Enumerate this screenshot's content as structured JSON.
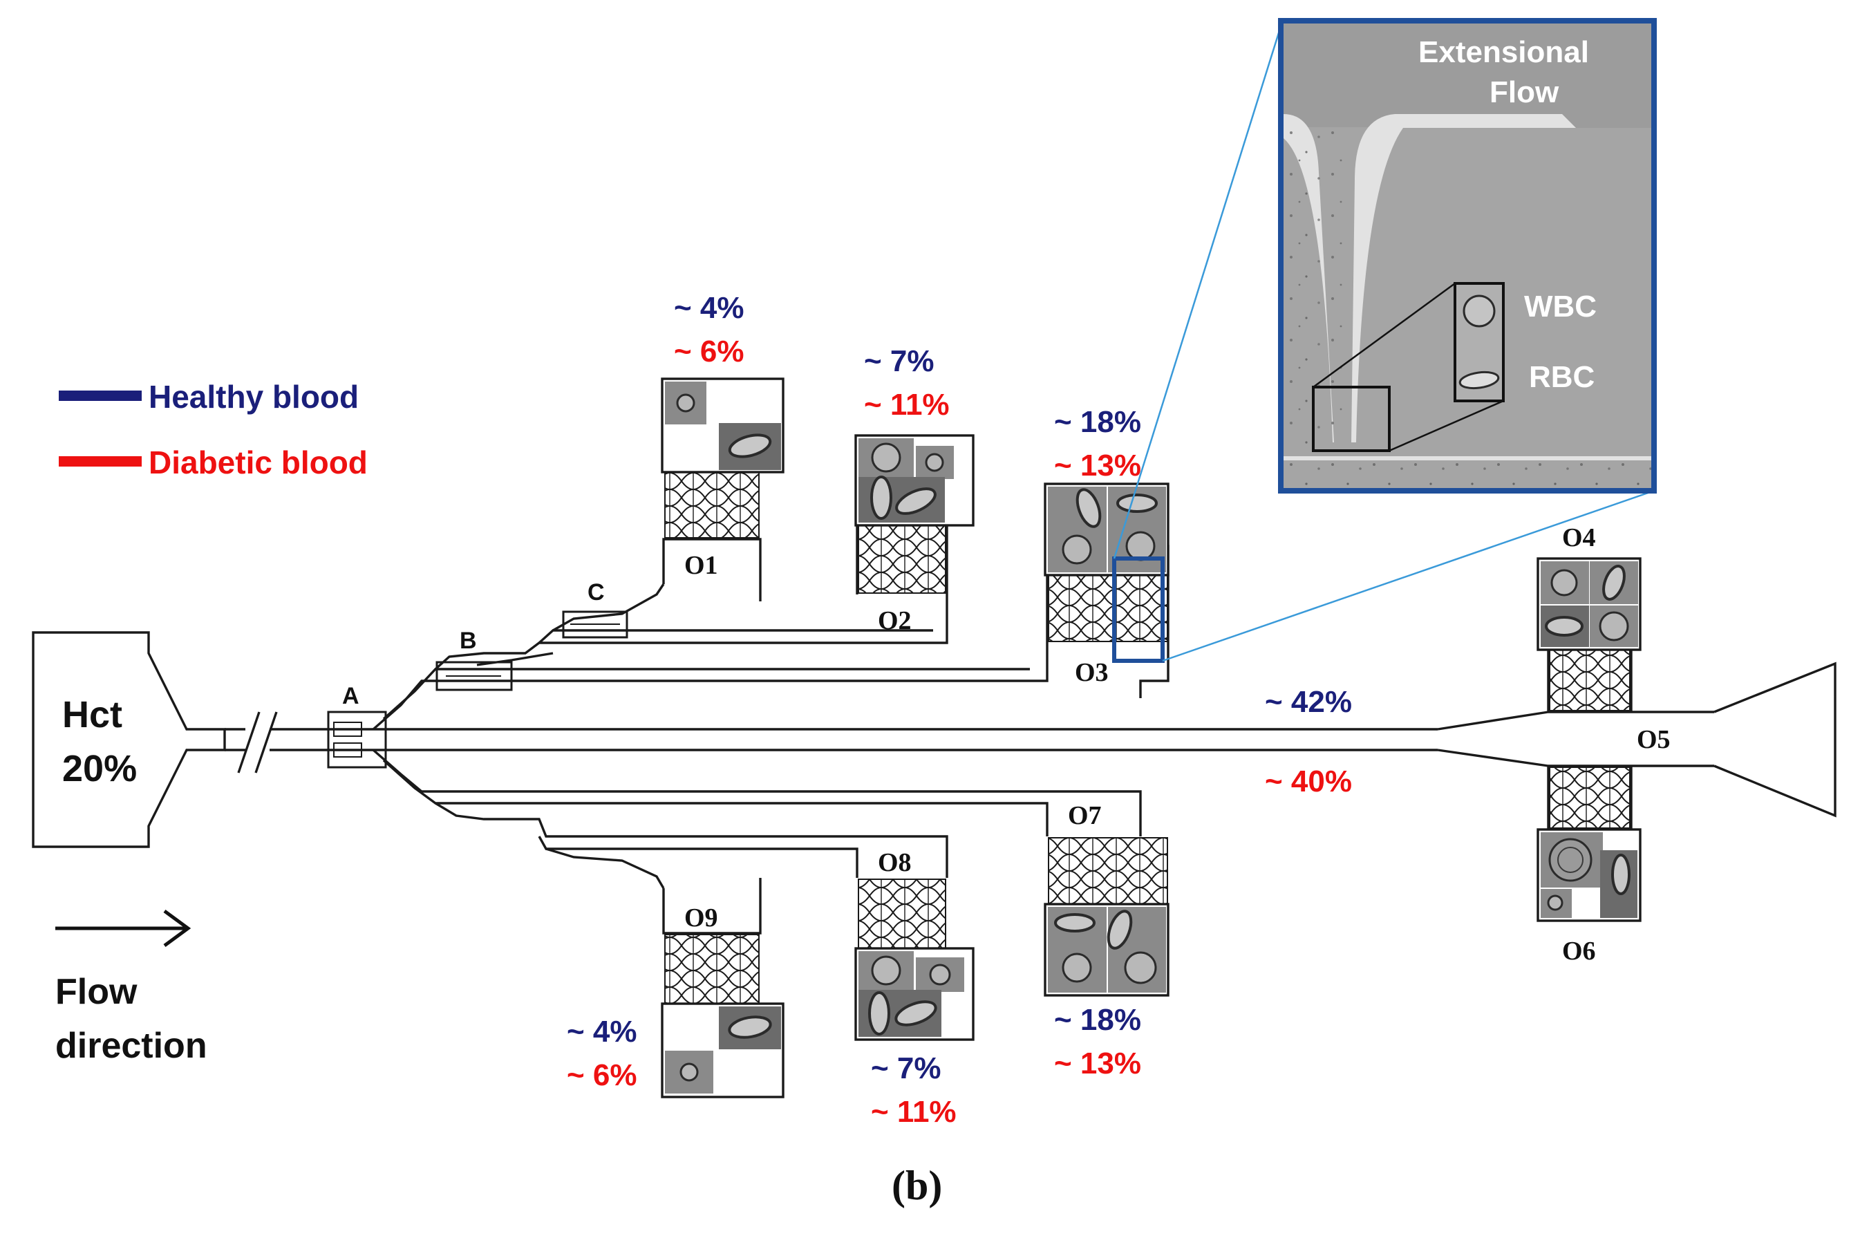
{
  "colors": {
    "healthy": "#1a1f7a",
    "diabetic": "#ee1111",
    "inset_border": "#1f4f9a",
    "callout_line": "#3a9ad9",
    "channel": "#1a1a1a"
  },
  "legend": {
    "healthy_label": "Healthy blood",
    "diabetic_label": "Diabetic blood"
  },
  "inlet": {
    "line1": "Hct",
    "line2": "20%"
  },
  "flow": {
    "line1": "Flow",
    "line2": "direction",
    "arrow_icon": "arrow-right-icon"
  },
  "bifurcations": {
    "a": "A",
    "b": "B",
    "c": "C"
  },
  "outlets": {
    "o1": "O1",
    "o2": "O2",
    "o3": "O3",
    "o4": "O4",
    "o5": "O5",
    "o6": "O6",
    "o7": "O7",
    "o8": "O8",
    "o9": "O9"
  },
  "percentages": {
    "o1": {
      "healthy": "~ 4%",
      "diabetic": "~ 6%"
    },
    "o2": {
      "healthy": "~ 7%",
      "diabetic": "~ 11%"
    },
    "o3": {
      "healthy": "~ 18%",
      "diabetic": "~ 13%"
    },
    "o5": {
      "healthy": "~ 42%",
      "diabetic": "~ 40%"
    },
    "o7": {
      "healthy": "~ 18%",
      "diabetic": "~ 13%"
    },
    "o8": {
      "healthy": "~ 7%",
      "diabetic": "~ 11%"
    },
    "o9": {
      "healthy": "~ 4%",
      "diabetic": "~ 6%"
    }
  },
  "inset": {
    "title_line1": "Extensional",
    "title_line2": "Flow",
    "wbc": "WBC",
    "rbc": "RBC"
  },
  "caption": "(b)"
}
